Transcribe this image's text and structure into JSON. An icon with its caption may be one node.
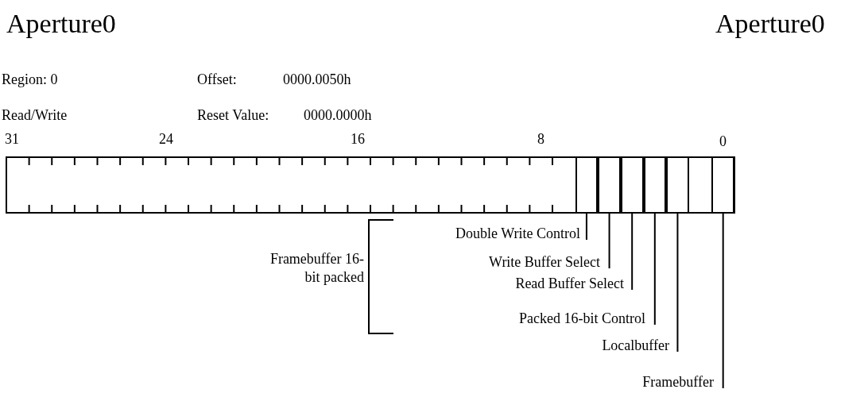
{
  "diagram": {
    "nodes": [
      {
        "text": [
          "Double Write Control"
        ]
      },
      {
        "text": [
          "Write Buffer Select"
        ]
      },
      {
        "text": [
          "Read Buffer Select"
        ]
      },
      {
        "text": [
          "Packed 16-bit Control"
        ]
      },
      {
        "text": [
          "Localbuffer"
        ]
      },
      {
        "text": [
          "Framebuffer"
        ]
      },
      {
        "text": [],
        "shape": "box"
      },
      {
        "text": [],
        "shape": "box"
      },
      {
        "text": [],
        "shape": "box"
      },
      {
        "text": [],
        "shape": "box"
      },
      {
        "text": [],
        "shape": "box"
      },
      {
        "text": [],
        "shape": "box"
      }
    ],
    "edges": [
      {
        "from": 0,
        "to": 6,
        "arrow": "none"
      },
      {
        "from": 1,
        "to": 7,
        "arrow": "none"
      },
      {
        "from": 2,
        "to": 8,
        "arrow": "none"
      },
      {
        "from": 3,
        "to": 9,
        "arrow": "none"
      },
      {
        "from": 4,
        "to": 10,
        "arrow": "none"
      },
      {
        "from": 5,
        "to": 11,
        "arrow": "none"
      }
    ],
    "labels": [
      "Aperture0",
      "Aperture0",
      "Region: 0",
      "Offset:",
      "0000.0050h",
      "Read/Write",
      "Reset Value:",
      "0000.0000h",
      "31",
      "24",
      "16",
      "8",
      "0",
      "Framebuffer 16-bit packed"
    ]
  }
}
